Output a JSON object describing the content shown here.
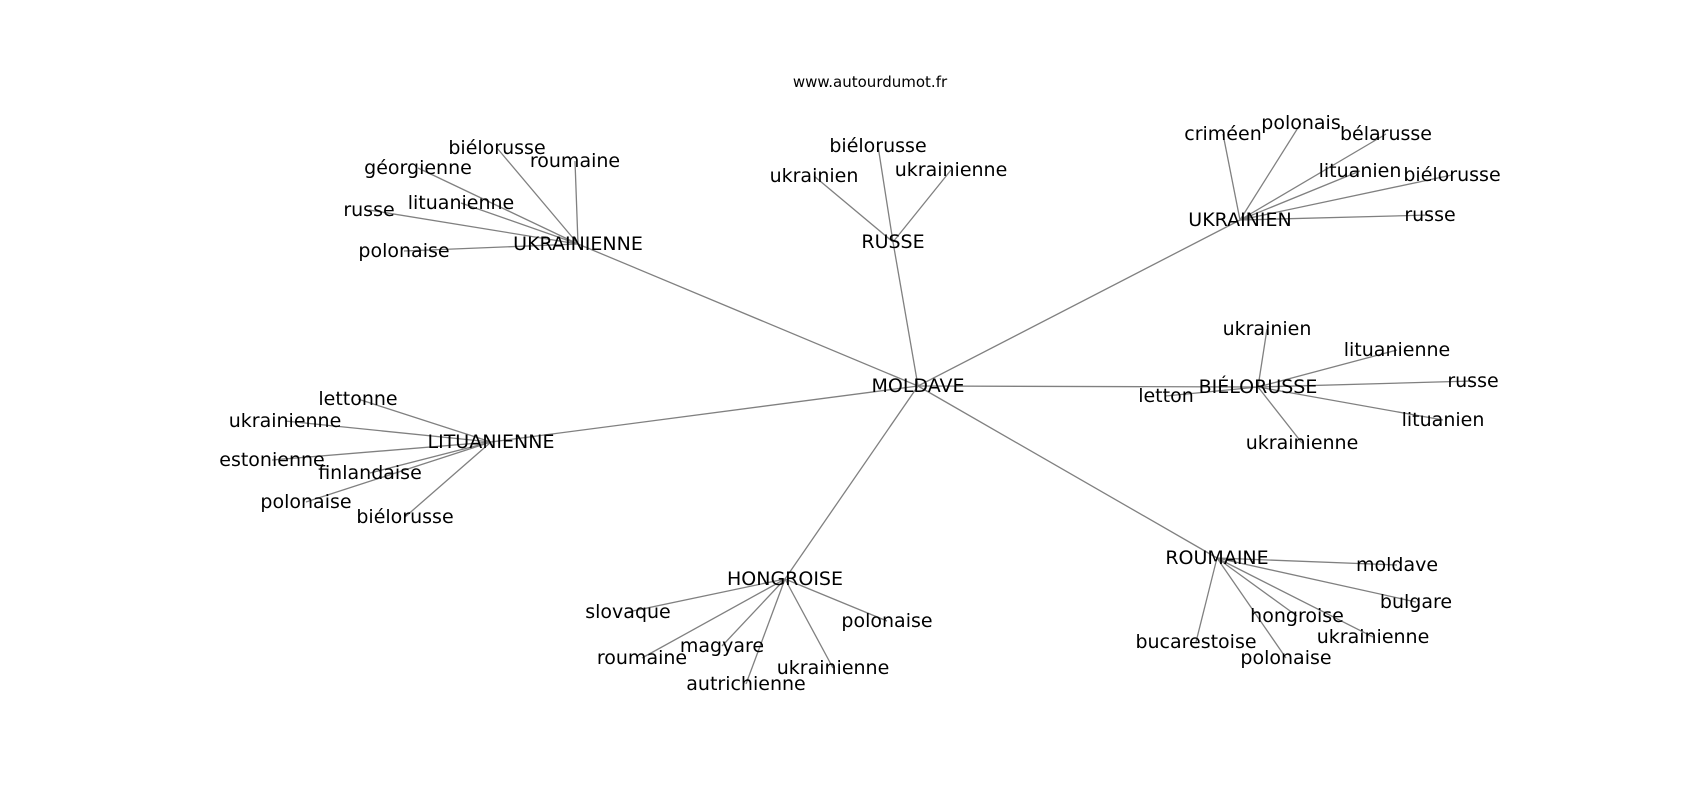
{
  "header": {
    "source": "www.autourdumot.fr"
  },
  "graph": {
    "root": "MOLDAVE",
    "hubs": [
      {
        "id": "ukrainienne",
        "label": "UKRAINIENNE",
        "leaves": [
          "biélorusse",
          "roumaine",
          "géorgienne",
          "lituanienne",
          "russe",
          "polonaise"
        ]
      },
      {
        "id": "russe",
        "label": "RUSSE",
        "leaves": [
          "biélorusse",
          "ukrainien",
          "ukrainienne"
        ]
      },
      {
        "id": "ukrainien",
        "label": "UKRAINIEN",
        "leaves": [
          "criméen",
          "polonais",
          "bélarusse",
          "lituanien",
          "biélorusse",
          "russe"
        ]
      },
      {
        "id": "bielorusse",
        "label": "BIÉLORUSSE",
        "leaves": [
          "ukrainien",
          "lituanienne",
          "russe",
          "letton",
          "lituanien",
          "ukrainienne"
        ]
      },
      {
        "id": "lituanienne",
        "label": "LITUANIENNE",
        "leaves": [
          "lettonne",
          "ukrainienne",
          "estonienne",
          "finlandaise",
          "polonaise",
          "biélorusse"
        ]
      },
      {
        "id": "hongroise",
        "label": "HONGROISE",
        "leaves": [
          "slovaque",
          "polonaise",
          "roumaine",
          "magyare",
          "ukrainienne",
          "autrichienne"
        ]
      },
      {
        "id": "roumaine",
        "label": "ROUMAINE",
        "leaves": [
          "moldave",
          "bulgare",
          "hongroise",
          "ukrainienne",
          "bucarestoise",
          "polonaise"
        ]
      }
    ]
  }
}
